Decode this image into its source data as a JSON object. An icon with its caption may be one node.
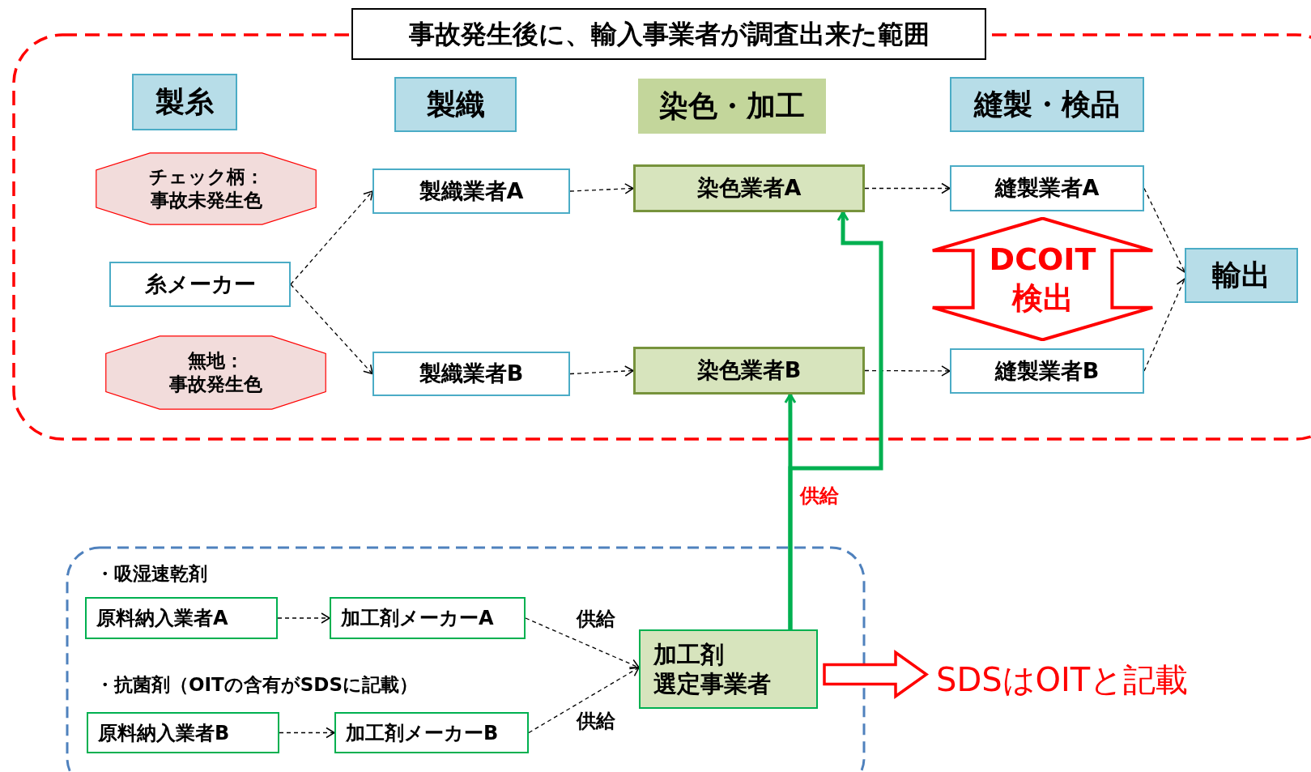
{
  "diagram": {
    "nodes": [
      {
        "text": [
          "事故発生後に、輸入事業者が調査出来た範囲"
        ]
      },
      {
        "text": [
          "製糸"
        ],
        "in": 0
      },
      {
        "text": [
          "製織"
        ],
        "in": 0
      },
      {
        "text": [
          "染色・加工"
        ],
        "in": 0
      },
      {
        "text": [
          "縫製・検品"
        ],
        "in": 0
      },
      {
        "text": [
          "チェック柄：",
          "事故未発生色"
        ],
        "in": 0
      },
      {
        "text": [
          "製織業者A"
        ],
        "in": 0
      },
      {
        "text": [
          "染色業者A"
        ],
        "in": 0
      },
      {
        "text": [
          "縫製業者A"
        ],
        "in": 0
      },
      {
        "text": [
          "糸メーカー"
        ],
        "in": 0
      },
      {
        "text": [
          "DCOIT 検出"
        ],
        "in": 0
      },
      {
        "text": [
          "輸出"
        ],
        "in": 0
      },
      {
        "text": [
          "無地：",
          "事故発生色"
        ],
        "in": 0
      },
      {
        "text": [
          "製織業者B"
        ],
        "in": 0
      },
      {
        "text": [
          "染色業者B"
        ],
        "in": 0
      },
      {
        "text": [
          "縫製業者B"
        ],
        "in": 0
      },
      {
        "text": [],
        "shape": "box"
      },
      {
        "text": [
          "原料納入業者A"
        ],
        "in": 16
      },
      {
        "text": [
          "加工剤メーカーA"
        ],
        "in": 16
      },
      {
        "text": [
          "原料納入業者B"
        ],
        "in": 16
      },
      {
        "text": [
          "加工剤メーカーB"
        ],
        "in": 16
      },
      {
        "text": [
          "加工剤",
          "選定事業者"
        ],
        "in": 16
      },
      {
        "text": [
          "SDSはOITと記載"
        ]
      }
    ],
    "edges": [
      {
        "from": 9,
        "to": 6,
        "arrow": "to",
        "style": "dashed"
      },
      {
        "from": 9,
        "to": 13,
        "arrow": "to",
        "style": "dashed"
      },
      {
        "from": 6,
        "to": 7,
        "arrow": "to",
        "style": "dashed"
      },
      {
        "from": 13,
        "to": 14,
        "arrow": "to",
        "style": "dashed"
      },
      {
        "from": 7,
        "to": 8,
        "arrow": "to",
        "style": "dashed"
      },
      {
        "from": 14,
        "to": 15,
        "arrow": "to",
        "style": "dashed"
      },
      {
        "from": 8,
        "to": 11,
        "arrow": "to",
        "style": "dashed"
      },
      {
        "from": 15,
        "to": 11,
        "arrow": "to",
        "style": "dashed"
      },
      {
        "from": 21,
        "to": 14,
        "arrow": "to",
        "label": "供給",
        "style": "thick",
        "color": "#00b050"
      },
      {
        "from": 21,
        "to": 7,
        "arrow": "to",
        "style": "thick",
        "color": "#00b050"
      },
      {
        "from": 17,
        "to": 18,
        "arrow": "to",
        "style": "dashed"
      },
      {
        "from": 19,
        "to": 20,
        "arrow": "to",
        "style": "dashed"
      },
      {
        "from": 18,
        "to": 21,
        "arrow": "to",
        "label": "供給",
        "style": "dashed"
      },
      {
        "from": 20,
        "to": 21,
        "arrow": "to",
        "label": "供給",
        "style": "dashed"
      },
      {
        "from": 21,
        "to": 22,
        "arrow": "to",
        "style": "thick",
        "color": "#ff0000"
      }
    ],
    "labels": [
      "・吸湿速乾剤",
      "・抗菌剤（OITの含有がSDSに記載）"
    ]
  }
}
